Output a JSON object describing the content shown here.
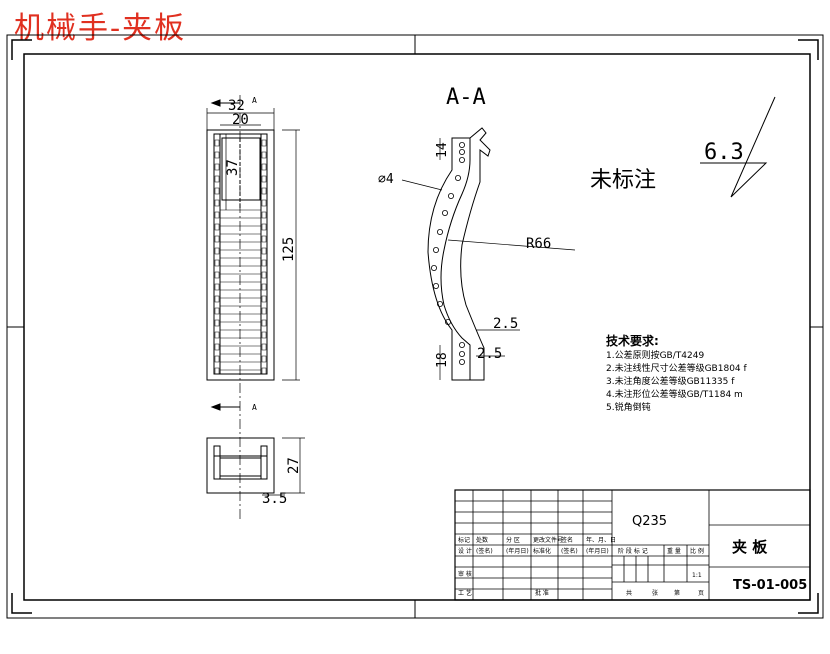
{
  "header": {
    "title": "机械手-夹板"
  },
  "front_view": {
    "dims": {
      "width_outer": "32",
      "width_inner": "20",
      "depth_hole": "37",
      "height": "125",
      "section_marker_top": "A",
      "section_marker_bottom": "A"
    }
  },
  "bottom_view": {
    "dims": {
      "height": "27",
      "offset": "3.5"
    }
  },
  "section_view": {
    "title": "A-A",
    "dims": {
      "top_len": "14",
      "hole_dia": "⌀4",
      "radius": "R66",
      "offset_a": "2.5",
      "offset_b": "2.5",
      "bottom_len": "18"
    }
  },
  "surface_finish": {
    "label": "未标注",
    "roughness": "6.3"
  },
  "tech_requirements": {
    "title": "技术要求:",
    "items": [
      "1.公差原则按GB/T4249",
      "2.未注线性尺寸公差等级GB1804 f",
      "3.未注角度公差等级GB11335 f",
      "4.未注形位公差等级GB/T1184 m",
      "5.锐角倒钝"
    ]
  },
  "title_block": {
    "material": "Q235",
    "part_name": "夹  板",
    "drawing_no": "TS-01-005",
    "scale": "1:1",
    "row_headers": [
      "标记",
      "处数",
      "分 区",
      "更改文件号",
      "签名",
      "年、月、日"
    ],
    "design_row": [
      "设 计",
      "(签名)",
      "(年月日)",
      "标准化",
      "(签名)",
      "(年月日)"
    ],
    "stage_headers": [
      "阶 段 标 记",
      "重 量",
      "比 例"
    ],
    "review_label": "审 核",
    "process_label": "工 艺",
    "approve_label": "批 准",
    "sheet_info": [
      "共",
      "张",
      "第",
      "页"
    ]
  }
}
